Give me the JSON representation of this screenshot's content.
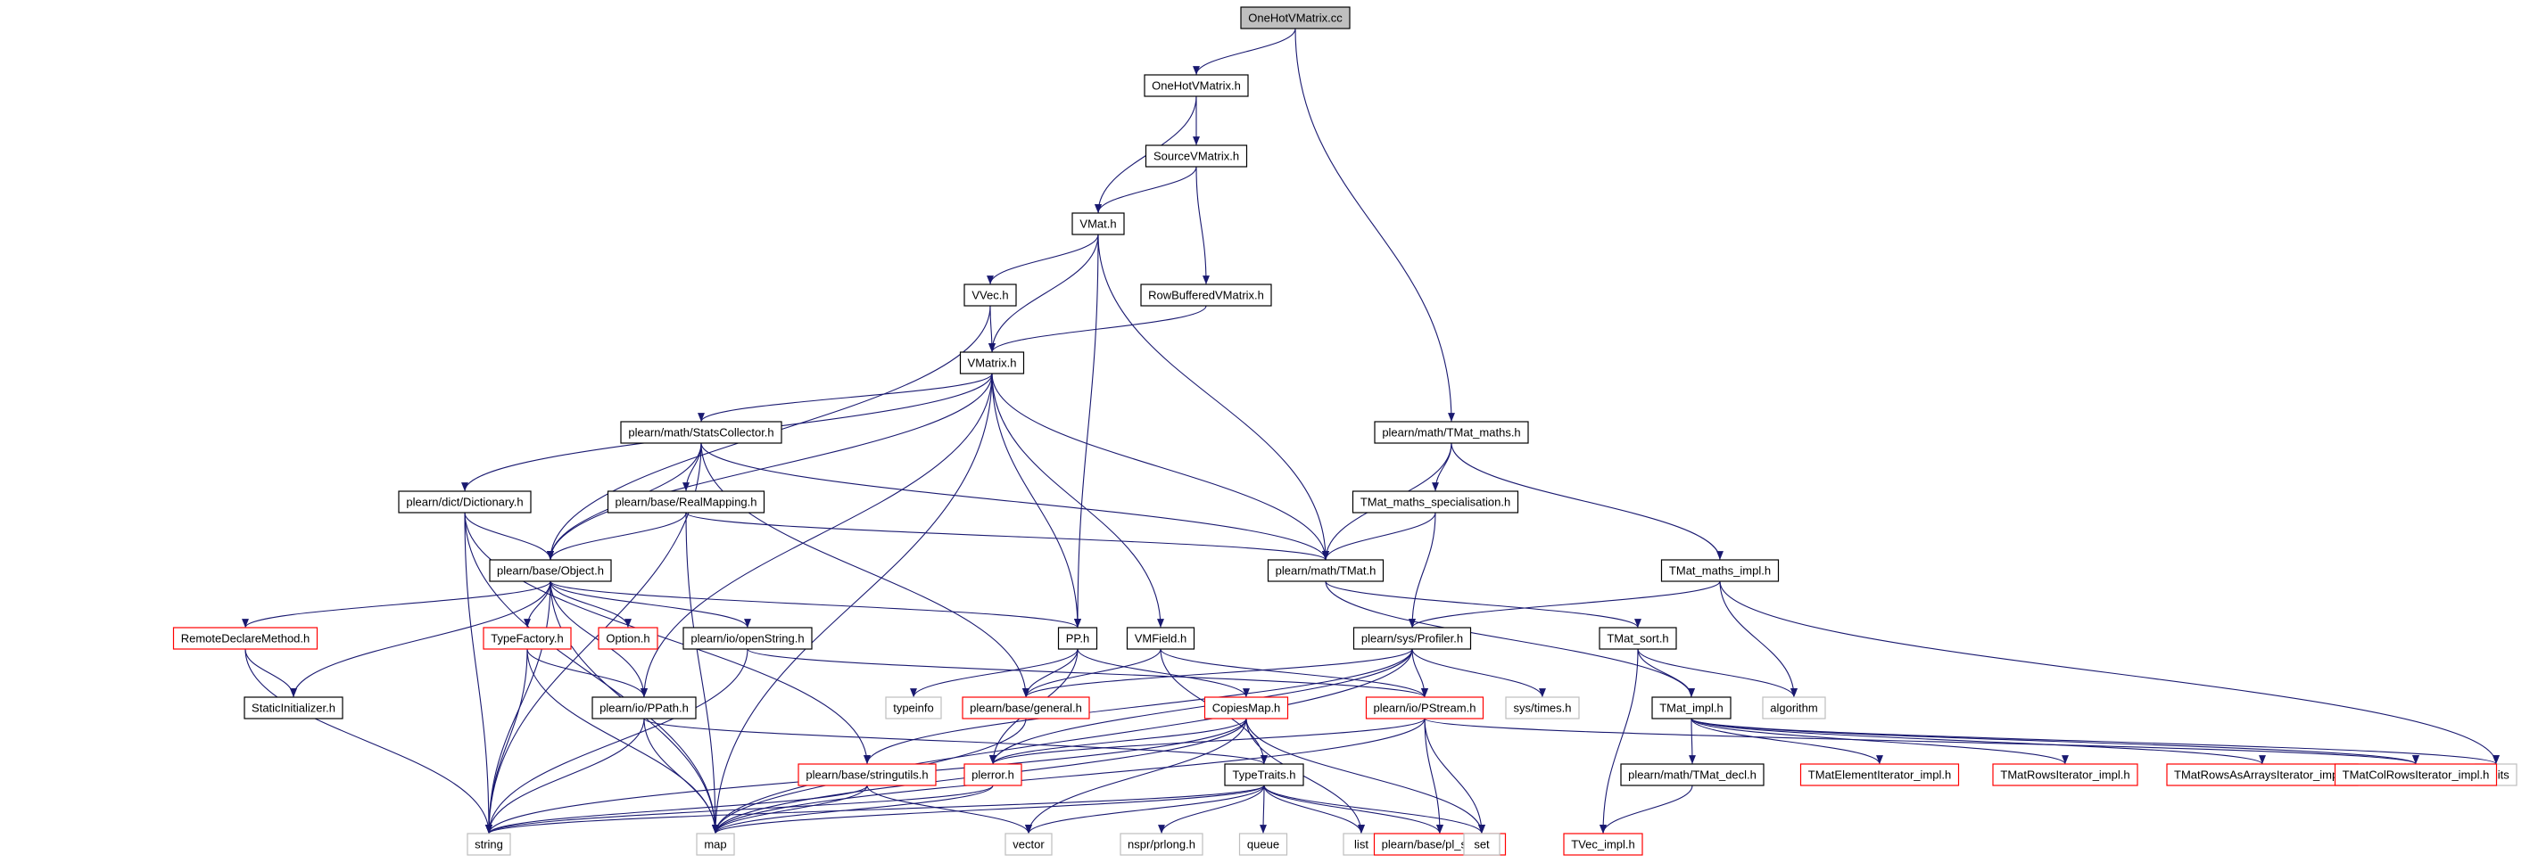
{
  "colors": {
    "edge": "#191970",
    "box_normal": "#000000",
    "box_truncated": "#ff0000",
    "box_system": "#bfbfbf",
    "fill_root": "#bfbfbf",
    "fill": "#ffffff",
    "text": "#000000",
    "text_system": "#000000"
  },
  "nodes": [
    {
      "id": "root",
      "label": "OneHotVMatrix.cc",
      "style": "root"
    },
    {
      "id": "onehot_h",
      "label": "OneHotVMatrix.h",
      "style": "normal"
    },
    {
      "id": "source",
      "label": "SourceVMatrix.h",
      "style": "normal"
    },
    {
      "id": "vmat",
      "label": "VMat.h",
      "style": "normal"
    },
    {
      "id": "rowbuf",
      "label": "RowBufferedVMatrix.h",
      "style": "normal"
    },
    {
      "id": "vvec",
      "label": "VVec.h",
      "style": "normal"
    },
    {
      "id": "vmatrix",
      "label": "VMatrix.h",
      "style": "normal"
    },
    {
      "id": "stats",
      "label": "plearn/math/StatsCollector.h",
      "style": "normal"
    },
    {
      "id": "tmatmaths",
      "label": "plearn/math/TMat_maths.h",
      "style": "normal"
    },
    {
      "id": "dict",
      "label": "plearn/dict/Dictionary.h",
      "style": "normal"
    },
    {
      "id": "realmap",
      "label": "plearn/base/RealMapping.h",
      "style": "normal"
    },
    {
      "id": "tmspec",
      "label": "TMat_maths_specialisation.h",
      "style": "normal"
    },
    {
      "id": "object",
      "label": "plearn/base/Object.h",
      "style": "normal"
    },
    {
      "id": "tmat",
      "label": "plearn/math/TMat.h",
      "style": "normal"
    },
    {
      "id": "tmimpl",
      "label": "TMat_maths_impl.h",
      "style": "normal"
    },
    {
      "id": "remote",
      "label": "RemoteDeclareMethod.h",
      "style": "truncated"
    },
    {
      "id": "typefactory",
      "label": "TypeFactory.h",
      "style": "truncated"
    },
    {
      "id": "option",
      "label": "Option.h",
      "style": "truncated"
    },
    {
      "id": "openstring",
      "label": "plearn/io/openString.h",
      "style": "normal"
    },
    {
      "id": "pp",
      "label": "PP.h",
      "style": "normal"
    },
    {
      "id": "vmfield",
      "label": "VMField.h",
      "style": "normal"
    },
    {
      "id": "profiler",
      "label": "plearn/sys/Profiler.h",
      "style": "normal"
    },
    {
      "id": "tmatsort",
      "label": "TMat_sort.h",
      "style": "normal"
    },
    {
      "id": "staticinit",
      "label": "StaticInitializer.h",
      "style": "normal"
    },
    {
      "id": "ppath",
      "label": "plearn/io/PPath.h",
      "style": "normal"
    },
    {
      "id": "typeinfo",
      "label": "typeinfo",
      "style": "system"
    },
    {
      "id": "general",
      "label": "plearn/base/general.h",
      "style": "truncated"
    },
    {
      "id": "copiesmap",
      "label": "CopiesMap.h",
      "style": "truncated"
    },
    {
      "id": "pstream",
      "label": "plearn/io/PStream.h",
      "style": "truncated"
    },
    {
      "id": "systimes",
      "label": "sys/times.h",
      "style": "system"
    },
    {
      "id": "tmatimpl",
      "label": "TMat_impl.h",
      "style": "normal"
    },
    {
      "id": "algorithm",
      "label": "algorithm",
      "style": "system"
    },
    {
      "id": "limits",
      "label": "limits",
      "style": "system"
    },
    {
      "id": "stringutils",
      "label": "plearn/base/stringutils.h",
      "style": "truncated"
    },
    {
      "id": "plerror",
      "label": "plerror.h",
      "style": "truncated"
    },
    {
      "id": "typetraits",
      "label": "TypeTraits.h",
      "style": "normal"
    },
    {
      "id": "tmatdecl",
      "label": "plearn/math/TMat_decl.h",
      "style": "normal"
    },
    {
      "id": "tmelemit",
      "label": "TMatElementIterator_impl.h",
      "style": "truncated"
    },
    {
      "id": "tmrowsit",
      "label": "TMatRowsIterator_impl.h",
      "style": "truncated"
    },
    {
      "id": "tmrowsarr",
      "label": "TMatRowsAsArraysIterator_impl.h",
      "style": "truncated"
    },
    {
      "id": "tmcolrows",
      "label": "TMatColRowsIterator_impl.h",
      "style": "truncated"
    },
    {
      "id": "string",
      "label": "string",
      "style": "system"
    },
    {
      "id": "map",
      "label": "map",
      "style": "system"
    },
    {
      "id": "vector",
      "label": "vector",
      "style": "system"
    },
    {
      "id": "nsprlong",
      "label": "nspr/prlong.h",
      "style": "system"
    },
    {
      "id": "queue",
      "label": "queue",
      "style": "system"
    },
    {
      "id": "list",
      "label": "list",
      "style": "system"
    },
    {
      "id": "plstdint",
      "label": "plearn/base/pl_stdint.h",
      "style": "truncated"
    },
    {
      "id": "set",
      "label": "set",
      "style": "system"
    },
    {
      "id": "tvecimpl",
      "label": "TVec_impl.h",
      "style": "truncated"
    }
  ],
  "edges": [
    [
      "root",
      "onehot_h"
    ],
    [
      "root",
      "tmatmaths"
    ],
    [
      "onehot_h",
      "source"
    ],
    [
      "onehot_h",
      "vmat"
    ],
    [
      "source",
      "vmat"
    ],
    [
      "source",
      "rowbuf"
    ],
    [
      "vmat",
      "vvec"
    ],
    [
      "vmat",
      "vmatrix"
    ],
    [
      "vmat",
      "pp"
    ],
    [
      "vmat",
      "tmat"
    ],
    [
      "rowbuf",
      "vmatrix"
    ],
    [
      "vvec",
      "vmatrix"
    ],
    [
      "vvec",
      "object"
    ],
    [
      "vmatrix",
      "stats"
    ],
    [
      "vmatrix",
      "dict"
    ],
    [
      "vmatrix",
      "object"
    ],
    [
      "vmatrix",
      "tmat"
    ],
    [
      "vmatrix",
      "pp"
    ],
    [
      "vmatrix",
      "vmfield"
    ],
    [
      "vmatrix",
      "ppath"
    ],
    [
      "vmatrix",
      "map"
    ],
    [
      "stats",
      "string"
    ],
    [
      "stats",
      "realmap"
    ],
    [
      "stats",
      "object"
    ],
    [
      "stats",
      "tmat"
    ],
    [
      "stats",
      "general"
    ],
    [
      "tmatmaths",
      "tmat"
    ],
    [
      "tmatmaths",
      "tmspec"
    ],
    [
      "tmatmaths",
      "tmimpl"
    ],
    [
      "dict",
      "object"
    ],
    [
      "dict",
      "string"
    ],
    [
      "dict",
      "map"
    ],
    [
      "dict",
      "stringutils"
    ],
    [
      "realmap",
      "object"
    ],
    [
      "realmap",
      "tmat"
    ],
    [
      "realmap",
      "map"
    ],
    [
      "tmspec",
      "tmat"
    ],
    [
      "tmspec",
      "profiler"
    ],
    [
      "object",
      "remote"
    ],
    [
      "object",
      "typefactory"
    ],
    [
      "object",
      "option"
    ],
    [
      "object",
      "openstring"
    ],
    [
      "object",
      "pp"
    ],
    [
      "object",
      "staticinit"
    ],
    [
      "object",
      "ppath"
    ],
    [
      "object",
      "string"
    ],
    [
      "object",
      "map"
    ],
    [
      "tmat",
      "tmatsort"
    ],
    [
      "tmat",
      "tmatimpl"
    ],
    [
      "tmimpl",
      "profiler"
    ],
    [
      "tmimpl",
      "algorithm"
    ],
    [
      "tmimpl",
      "limits"
    ],
    [
      "remote",
      "staticinit"
    ],
    [
      "remote",
      "string"
    ],
    [
      "typefactory",
      "ppath"
    ],
    [
      "typefactory",
      "string"
    ],
    [
      "typefactory",
      "map"
    ],
    [
      "openstring",
      "pstream"
    ],
    [
      "openstring",
      "string"
    ],
    [
      "pp",
      "typeinfo"
    ],
    [
      "pp",
      "general"
    ],
    [
      "pp",
      "copiesmap"
    ],
    [
      "pp",
      "plerror"
    ],
    [
      "vmfield",
      "general"
    ],
    [
      "vmfield",
      "pstream"
    ],
    [
      "vmfield",
      "typetraits"
    ],
    [
      "profiler",
      "systimes"
    ],
    [
      "profiler",
      "pstream"
    ],
    [
      "profiler",
      "stringutils"
    ],
    [
      "profiler",
      "plerror"
    ],
    [
      "profiler",
      "map"
    ],
    [
      "profiler",
      "general"
    ],
    [
      "tmatsort",
      "tmatimpl"
    ],
    [
      "tmatsort",
      "algorithm"
    ],
    [
      "tmatsort",
      "tvecimpl"
    ],
    [
      "ppath",
      "typetraits"
    ],
    [
      "ppath",
      "string"
    ],
    [
      "ppath",
      "map"
    ],
    [
      "general",
      "map"
    ],
    [
      "copiesmap",
      "plerror"
    ],
    [
      "copiesmap",
      "map"
    ],
    [
      "copiesmap",
      "string"
    ],
    [
      "copiesmap",
      "vector"
    ],
    [
      "copiesmap",
      "set"
    ],
    [
      "copiesmap",
      "list"
    ],
    [
      "pstream",
      "plerror"
    ],
    [
      "pstream",
      "plstdint"
    ],
    [
      "pstream",
      "set"
    ],
    [
      "pstream",
      "map"
    ],
    [
      "pstream",
      "tmcolrows"
    ],
    [
      "tmatimpl",
      "tmatdecl"
    ],
    [
      "tmatimpl",
      "tmelemit"
    ],
    [
      "tmatimpl",
      "tmrowsit"
    ],
    [
      "tmatimpl",
      "tmrowsarr"
    ],
    [
      "tmatimpl",
      "tmcolrows"
    ],
    [
      "tmatimpl",
      "limits"
    ],
    [
      "stringutils",
      "string"
    ],
    [
      "stringutils",
      "map"
    ],
    [
      "stringutils",
      "vector"
    ],
    [
      "plerror",
      "string"
    ],
    [
      "plerror",
      "map"
    ],
    [
      "typetraits",
      "string"
    ],
    [
      "typetraits",
      "map"
    ],
    [
      "typetraits",
      "vector"
    ],
    [
      "typetraits",
      "nsprlong"
    ],
    [
      "typetraits",
      "queue"
    ],
    [
      "typetraits",
      "list"
    ],
    [
      "typetraits",
      "plstdint"
    ],
    [
      "typetraits",
      "set"
    ],
    [
      "tmatdecl",
      "tvecimpl"
    ]
  ]
}
